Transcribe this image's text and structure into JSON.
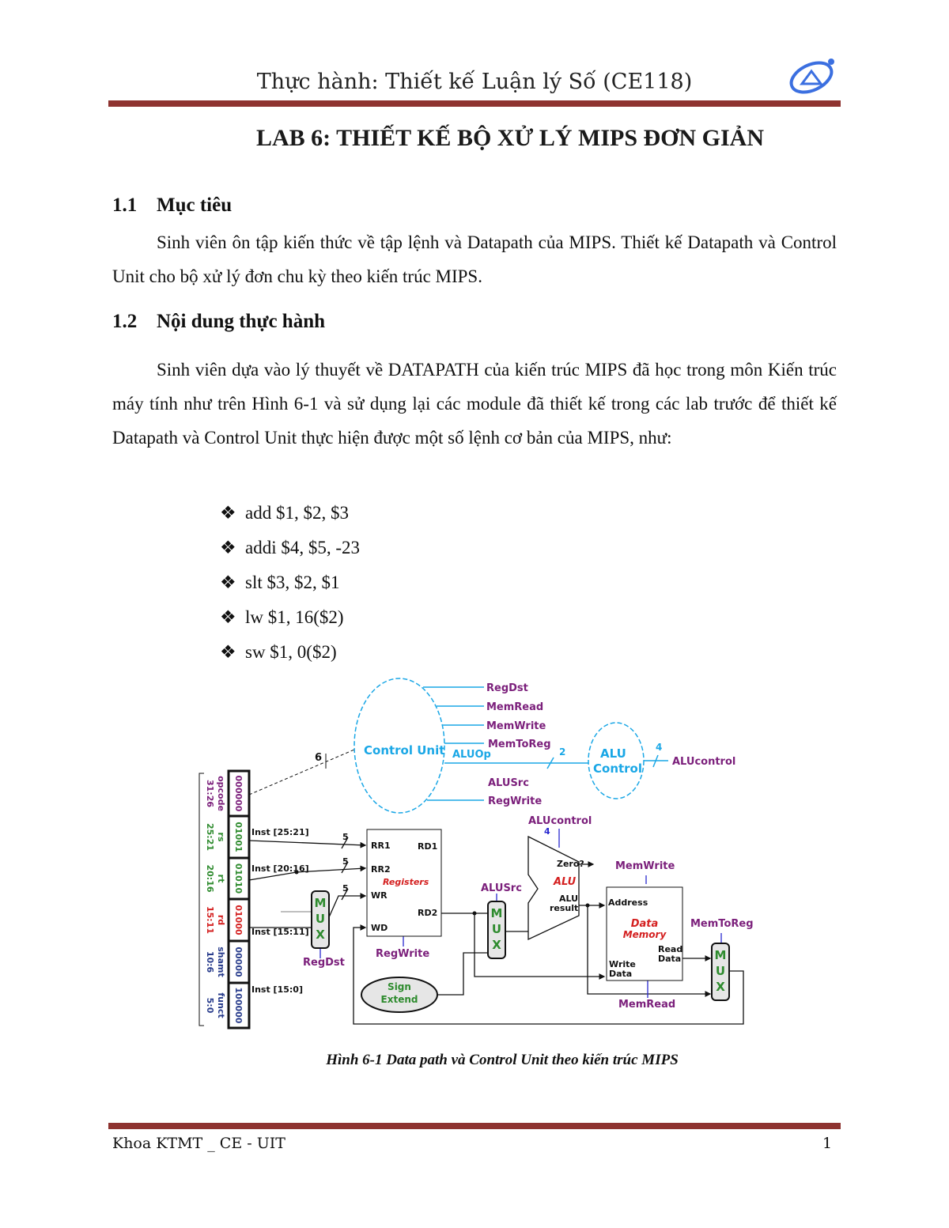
{
  "header": {
    "title": "Thực hành: Thiết kế Luận lý Số (CE118)",
    "logo": "UIT logo"
  },
  "doc": {
    "title": "LAB 6: THIẾT KẾ BỘ XỬ LÝ MIPS ĐƠN GIẢN",
    "s1": {
      "num": "1.1",
      "title": "Mục tiêu",
      "text": "Sinh viên ôn tập kiến thức về tập lệnh và Datapath của MIPS. Thiết kế Datapath và Control Unit cho bộ xử lý đơn chu kỳ theo kiến trúc MIPS."
    },
    "s2": {
      "num": "1.2",
      "title": "Nội dung thực hành",
      "text": "Sinh viên dựa vào lý thuyết về DATAPATH của kiến trúc MIPS đã học trong môn Kiến trúc máy tính như trên Hình 6-1 và sử dụng lại các module đã thiết kế trong các lab trước để thiết kế Datapath và Control Unit thực hiện được một số lệnh cơ bản của MIPS, như:"
    },
    "bullet_glyph": "❖",
    "bullets": [
      "add $1, $2, $3",
      "addi $4, $5, -23",
      "slt $3, $2, $1",
      "lw $1, 16($2)",
      "sw $1, 0($2)"
    ],
    "caption": "Hình 6-1 Data path và Control Unit theo kiến trúc MIPS"
  },
  "diagram": {
    "control_unit": "Control Unit",
    "alu_control": [
      "ALU",
      "Control"
    ],
    "signals": {
      "regdst": "RegDst",
      "memread": "MemRead",
      "memwrite": "MemWrite",
      "memtoreg": "MemToReg",
      "aluop": "ALUOp",
      "alusrc": "ALUSrc",
      "regwrite": "RegWrite",
      "alucontrol": "ALUcontrol"
    },
    "widths": {
      "opcode": "6",
      "aluop": "2",
      "aluctrl": "4",
      "reg": "5"
    },
    "fields": [
      {
        "name": "opcode",
        "bits": "31:26",
        "value": "000000",
        "color": "#7b1f7b"
      },
      {
        "name": "rs",
        "bits": "25:21",
        "value": "01001",
        "color": "#2e8b2e"
      },
      {
        "name": "rt",
        "bits": "20:16",
        "value": "01010",
        "color": "#2e8b2e"
      },
      {
        "name": "rd",
        "bits": "15:11",
        "value": "01000",
        "color": "#d42020"
      },
      {
        "name": "shamt",
        "bits": "10:6",
        "value": "00000",
        "color": "#283c8c"
      },
      {
        "name": "funct",
        "bits": "5:0",
        "value": "100000",
        "color": "#283c8c"
      }
    ],
    "inst": {
      "a": "Inst [25:21]",
      "b": "Inst [20:16]",
      "c": "Inst [15:11]",
      "d": "Inst [15:0]"
    },
    "registers": {
      "title": "Registers",
      "rr1": "RR1",
      "rr2": "RR2",
      "wr": "WR",
      "wd": "WD",
      "rd1": "RD1",
      "rd2": "RD2"
    },
    "mux": [
      "M",
      "U",
      "X"
    ],
    "sign_extend": [
      "Sign",
      "Extend"
    ],
    "alu": {
      "title": "ALU",
      "zero": "Zero?",
      "result": [
        "ALU",
        "result"
      ]
    },
    "memory": {
      "title": [
        "Data",
        "Memory"
      ],
      "address": "Address",
      "read": [
        "Read",
        "Data"
      ],
      "write": [
        "Write",
        "Data"
      ]
    },
    "colors": {
      "signal": "#7b1f7b",
      "wire_blue": "#1aa7e6",
      "red": "#d42020",
      "green": "#2e8b2e"
    }
  },
  "footer": {
    "left": "Khoa KTMT _ CE - UIT",
    "page": "1"
  }
}
